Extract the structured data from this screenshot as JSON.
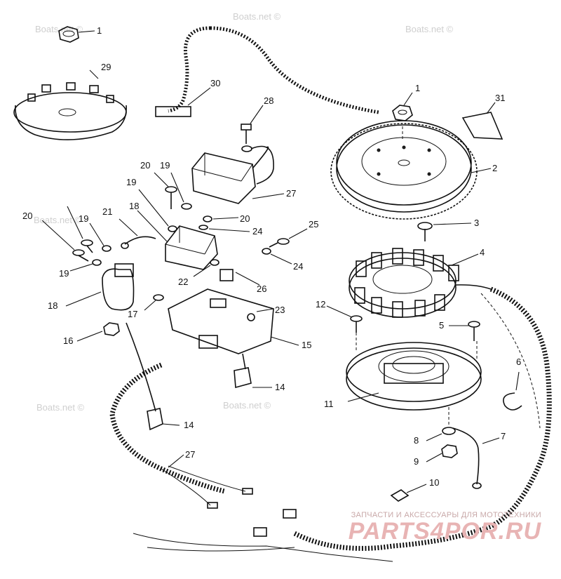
{
  "watermarks": [
    "Boats.net ©",
    "Boats.net ©",
    "Boats.net ©",
    "Boats.net ©",
    "Boats.net ©"
  ],
  "brand": {
    "tagline": "ЗАПЧАСТИ И АКСЕССУАРЫ ДЛЯ МОТОТЕХНИКИ",
    "logo": "PARTS4POR.RU"
  },
  "callouts": [
    "1",
    "29",
    "30",
    "28",
    "1",
    "31",
    "2",
    "20",
    "19",
    "27",
    "19",
    "18",
    "20",
    "24",
    "3",
    "25",
    "20",
    "19",
    "21",
    "4",
    "22",
    "26",
    "24",
    "23",
    "19",
    "17",
    "18",
    "12",
    "5",
    "15",
    "16",
    "14",
    "6",
    "11",
    "14",
    "8",
    "7",
    "27",
    "9",
    "10"
  ]
}
